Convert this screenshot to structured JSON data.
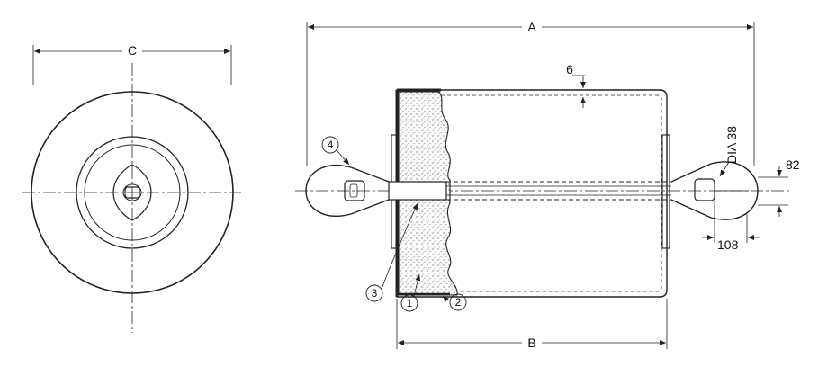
{
  "drawing": {
    "dimensions": {
      "overall_length": "A",
      "body_length": "B",
      "diameter": "C",
      "shell_thickness": "6",
      "eye_offset": "82",
      "eye_depth": "108",
      "pin_diameter": "DIA 38"
    },
    "callouts": [
      {
        "id": "callout-1",
        "label": "1"
      },
      {
        "id": "callout-2",
        "label": "2"
      },
      {
        "id": "callout-3",
        "label": "3"
      },
      {
        "id": "callout-4",
        "label": "4"
      }
    ]
  }
}
